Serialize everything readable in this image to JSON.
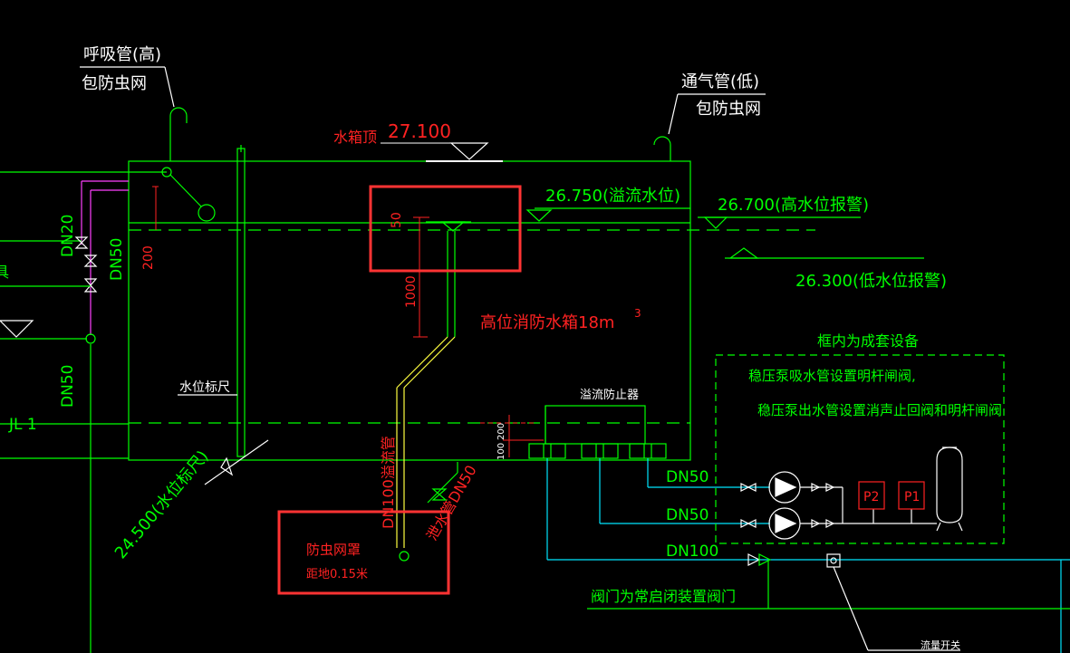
{
  "colors": {
    "background": "#000000",
    "tank": "#00ff00",
    "red_annotation": "#ff2222",
    "highlight_box": "#ff3333",
    "cyan_pipe": "#00e5ff",
    "magenta_pipe": "#ff40ff",
    "white": "#ffffff",
    "yellow": "#ffff40"
  },
  "labels": {
    "breather_pipe_high_line1": "呼吸管(高)",
    "breather_pipe_high_line2": "包防虫网",
    "vent_pipe_low_line1": "通气管(低)",
    "vent_pipe_low_line2": "包防虫网",
    "tank_top_prefix": "水箱顶",
    "tank_top_elev": "27.100",
    "overflow_level": "26.750(溢流水位)",
    "high_level_alarm": "26.700(高水位报警)",
    "low_level_alarm": "26.300(低水位报警)",
    "tank_name": "高位消防水箱18m",
    "tank_name_superscript": "3",
    "dim_50": "50",
    "dim_200_left": "200",
    "dim_1000": "1000",
    "dim_100": "100",
    "dim_200_right": "200",
    "water_gauge": "水位标尺",
    "gauge_elev": "24.500(水位标尺)",
    "dn20": "DN20",
    "dn50_left_upper": "DN50",
    "dn50_left_lower": "DN50",
    "jl1": "JL 1",
    "left_edge_fragment": "具",
    "vortex_preventer": "溢流防止器",
    "overflow_pipe": "DN100溢流管",
    "drain_pipe": "泄水管DN50",
    "insect_cover_line1": "防虫网罩",
    "insect_cover_line2": "距地0.15米",
    "dn50_pump_1": "DN50",
    "dn50_pump_2": "DN50",
    "dn100_outlet": "DN100",
    "valve_note": "阀门为常启闭装置阀门",
    "flow_switch": "流量开关",
    "package_title": "框内为成套设备",
    "package_note_1": "稳压泵吸水管设置明杆闸阀,",
    "package_note_2": "稳压泵出水管设置消声止回阀和明杆闸阀",
    "p2": "P2",
    "p1": "P1"
  }
}
